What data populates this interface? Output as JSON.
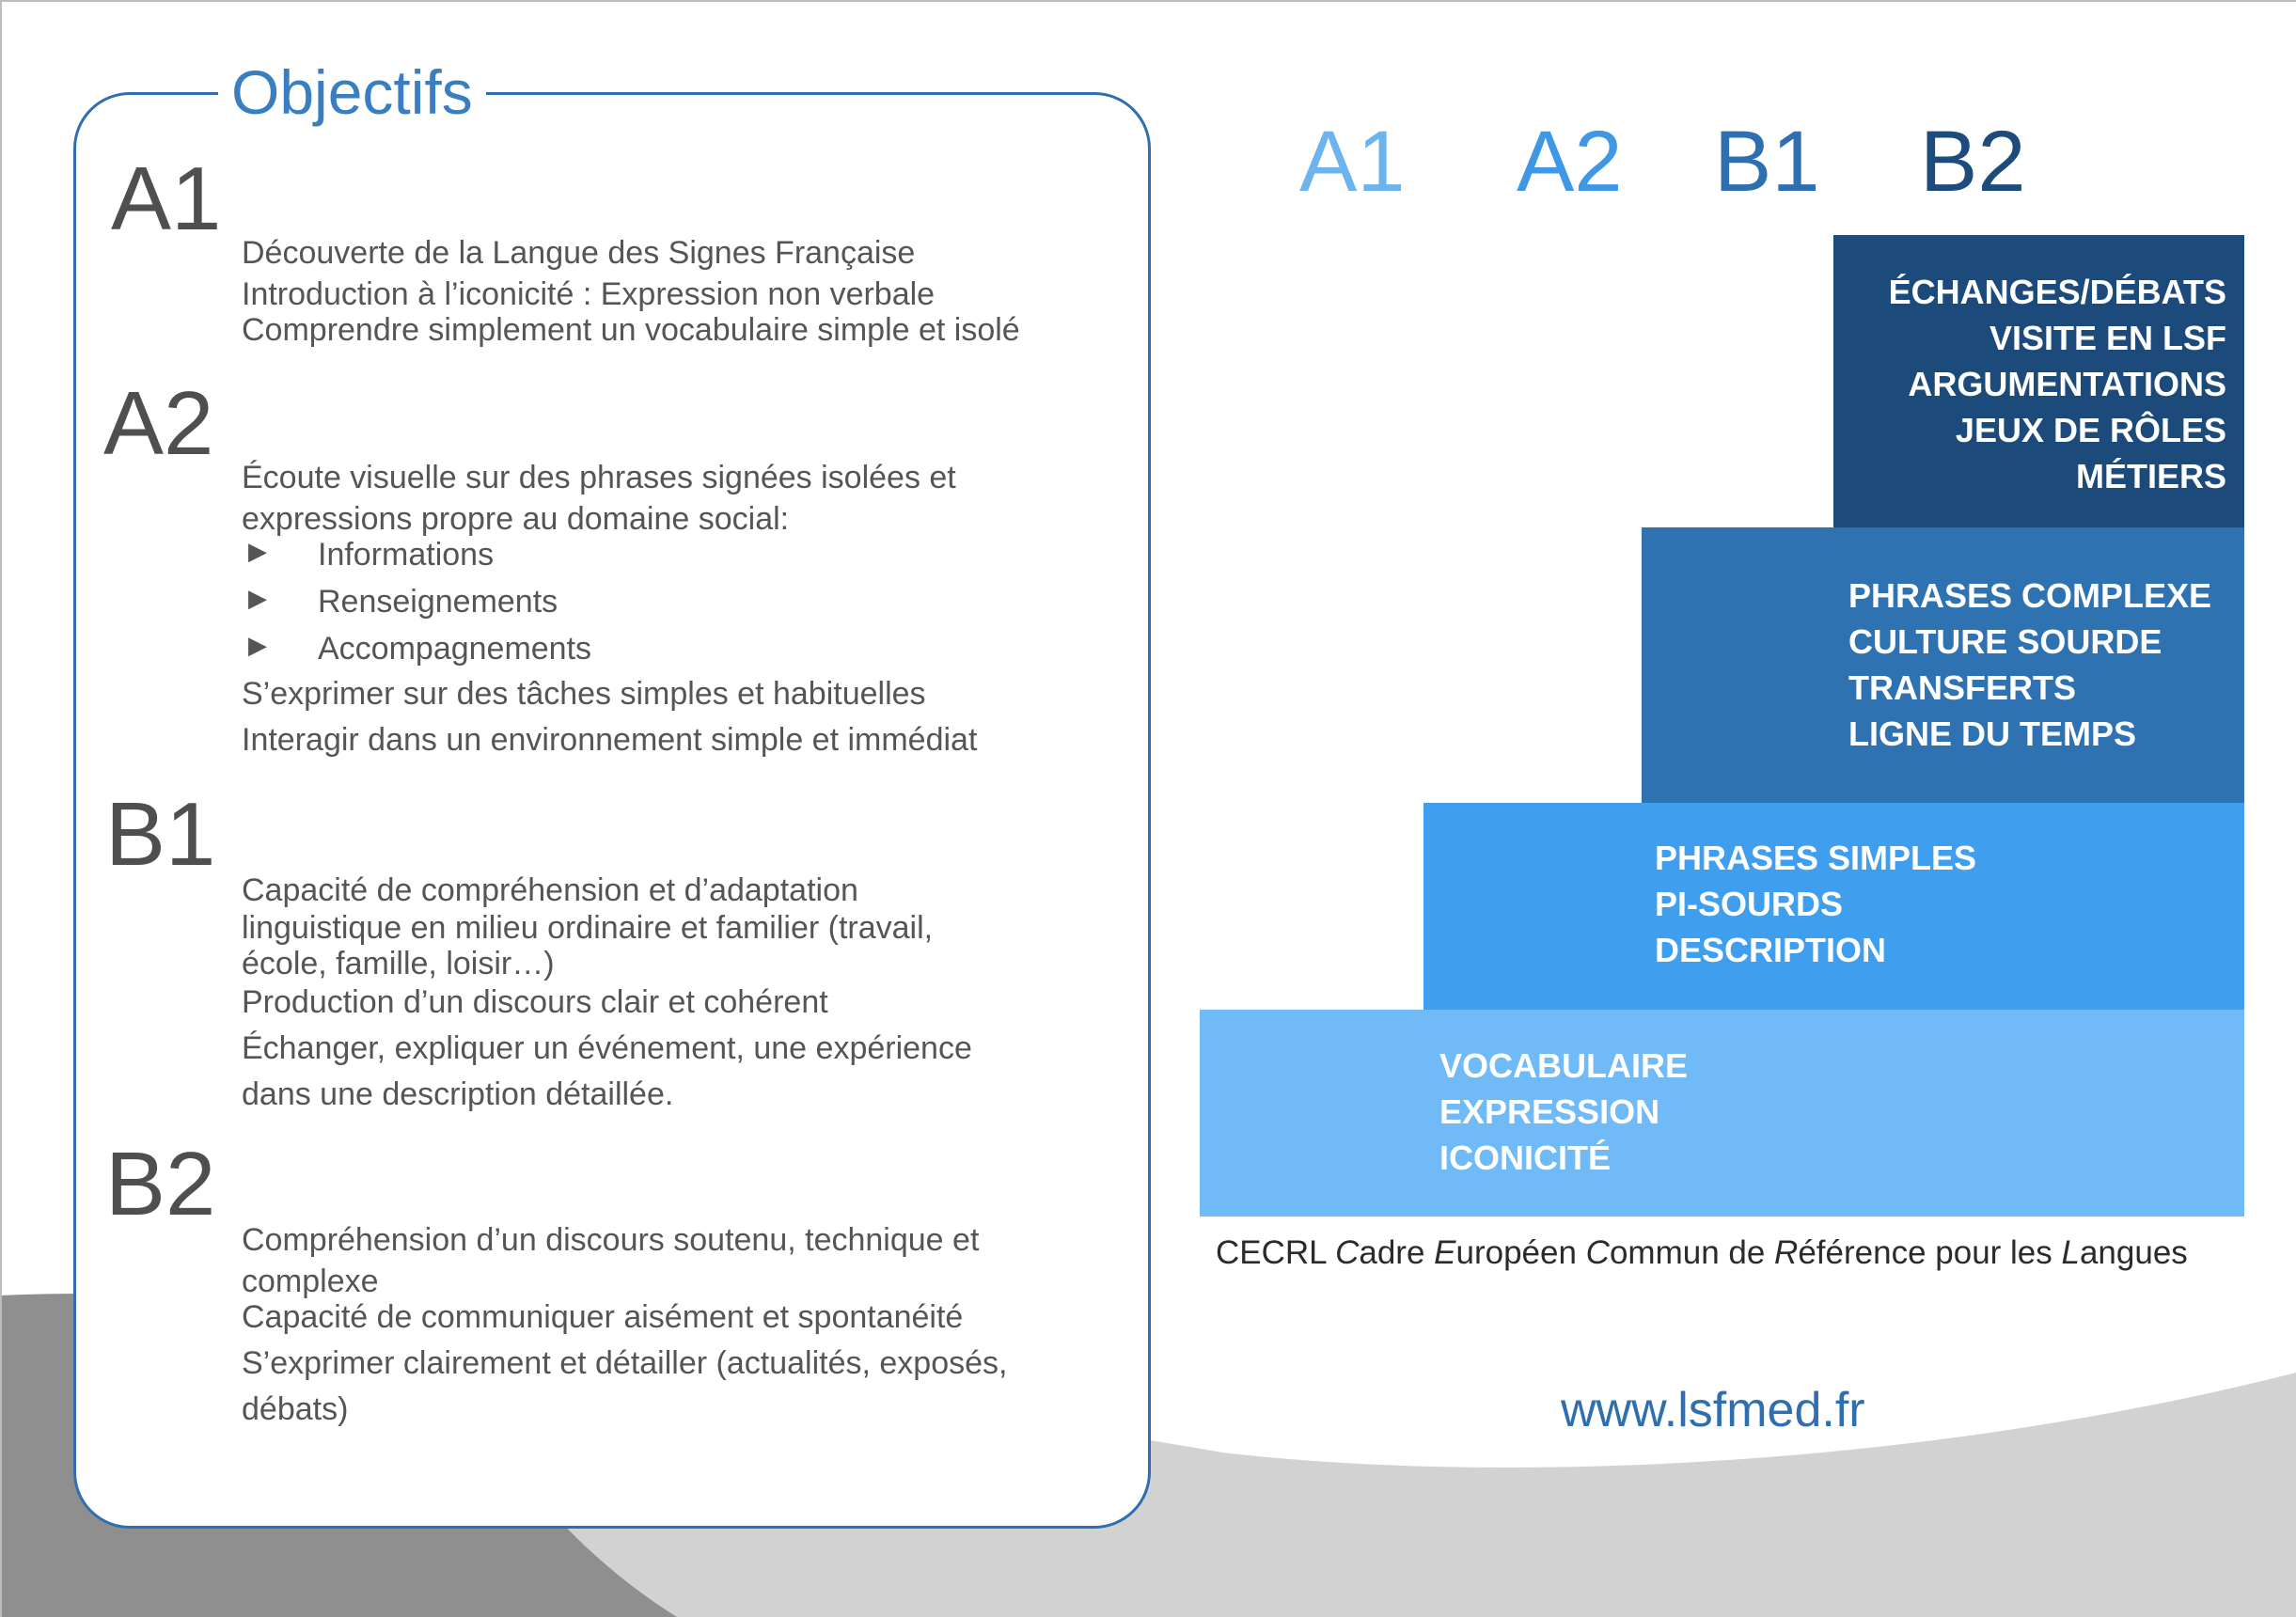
{
  "objectifs": {
    "title": "Objectifs",
    "sections": [
      {
        "level": "A1",
        "lines": [
          "Découverte de la Langue des Signes Française",
          "Introduction à l’iconicité : Expression non verbale",
          "Comprendre simplement un vocabulaire simple et isolé"
        ]
      },
      {
        "level": "A2",
        "lines": [
          "Écoute visuelle sur des phrases signées isolées et",
          "expressions propre au domaine social:"
        ],
        "bullets": [
          "Informations",
          "Renseignements",
          "Accompagnements"
        ],
        "after": [
          "S’exprimer sur des tâches simples et habituelles",
          "Interagir dans un environnement simple et immédiat"
        ]
      },
      {
        "level": "B1",
        "lines": [
          "Capacité de compréhension et d’adaptation",
          "linguistique en milieu ordinaire et familier (travail,",
          "école, famille, loisir…)",
          "Production d’un discours clair et cohérent",
          "Échanger, expliquer un événement, une expérience",
          "dans une description détaillée."
        ]
      },
      {
        "level": "B2",
        "lines": [
          "Compréhension d’un discours soutenu, technique et",
          "complexe",
          "Capacité de communiquer aisément et spontanéité",
          "S’exprimer clairement et détailler (actualités, exposés,",
          "débats)"
        ]
      }
    ]
  },
  "levels_header": [
    {
      "label": "A1",
      "color": "#6db3ee"
    },
    {
      "label": "A2",
      "color": "#3f98e6"
    },
    {
      "label": "B1",
      "color": "#2f6faf"
    },
    {
      "label": "B2",
      "color": "#1c4b7c"
    }
  ],
  "steps": [
    {
      "level": "A1",
      "color": "#6fbaf7",
      "items": [
        "VOCABULAIRE",
        "EXPRESSION",
        "ICONICITÉ"
      ]
    },
    {
      "level": "A2",
      "color": "#3f9eee",
      "items": [
        "PHRASES SIMPLES",
        "PI-SOURDS",
        "DESCRIPTION"
      ]
    },
    {
      "level": "B1",
      "color": "#2f72b2",
      "items": [
        "PHRASES COMPLEXE",
        "CULTURE SOURDE",
        "TRANSFERTS",
        "LIGNE DU TEMPS"
      ]
    },
    {
      "level": "B2",
      "color": "#1c4a7b",
      "items": [
        "ÉCHANGES/DÉBATS",
        "VISITE EN LSF",
        "ARGUMENTATIONS",
        "JEUX DE RÔLES",
        "MÉTIERS"
      ]
    }
  ],
  "caption": {
    "parts": [
      "CECRL ",
      "C",
      "adre ",
      "E",
      "uropéen ",
      "C",
      "ommun de ",
      "R",
      "éférence pour les ",
      "L",
      "angues"
    ]
  },
  "website": "www.lsfmed.fr",
  "colors": {
    "accent": "#2f6fb0",
    "bg_dark_gray": "#8f8f8f",
    "bg_light_gray": "#d2d2d2"
  }
}
